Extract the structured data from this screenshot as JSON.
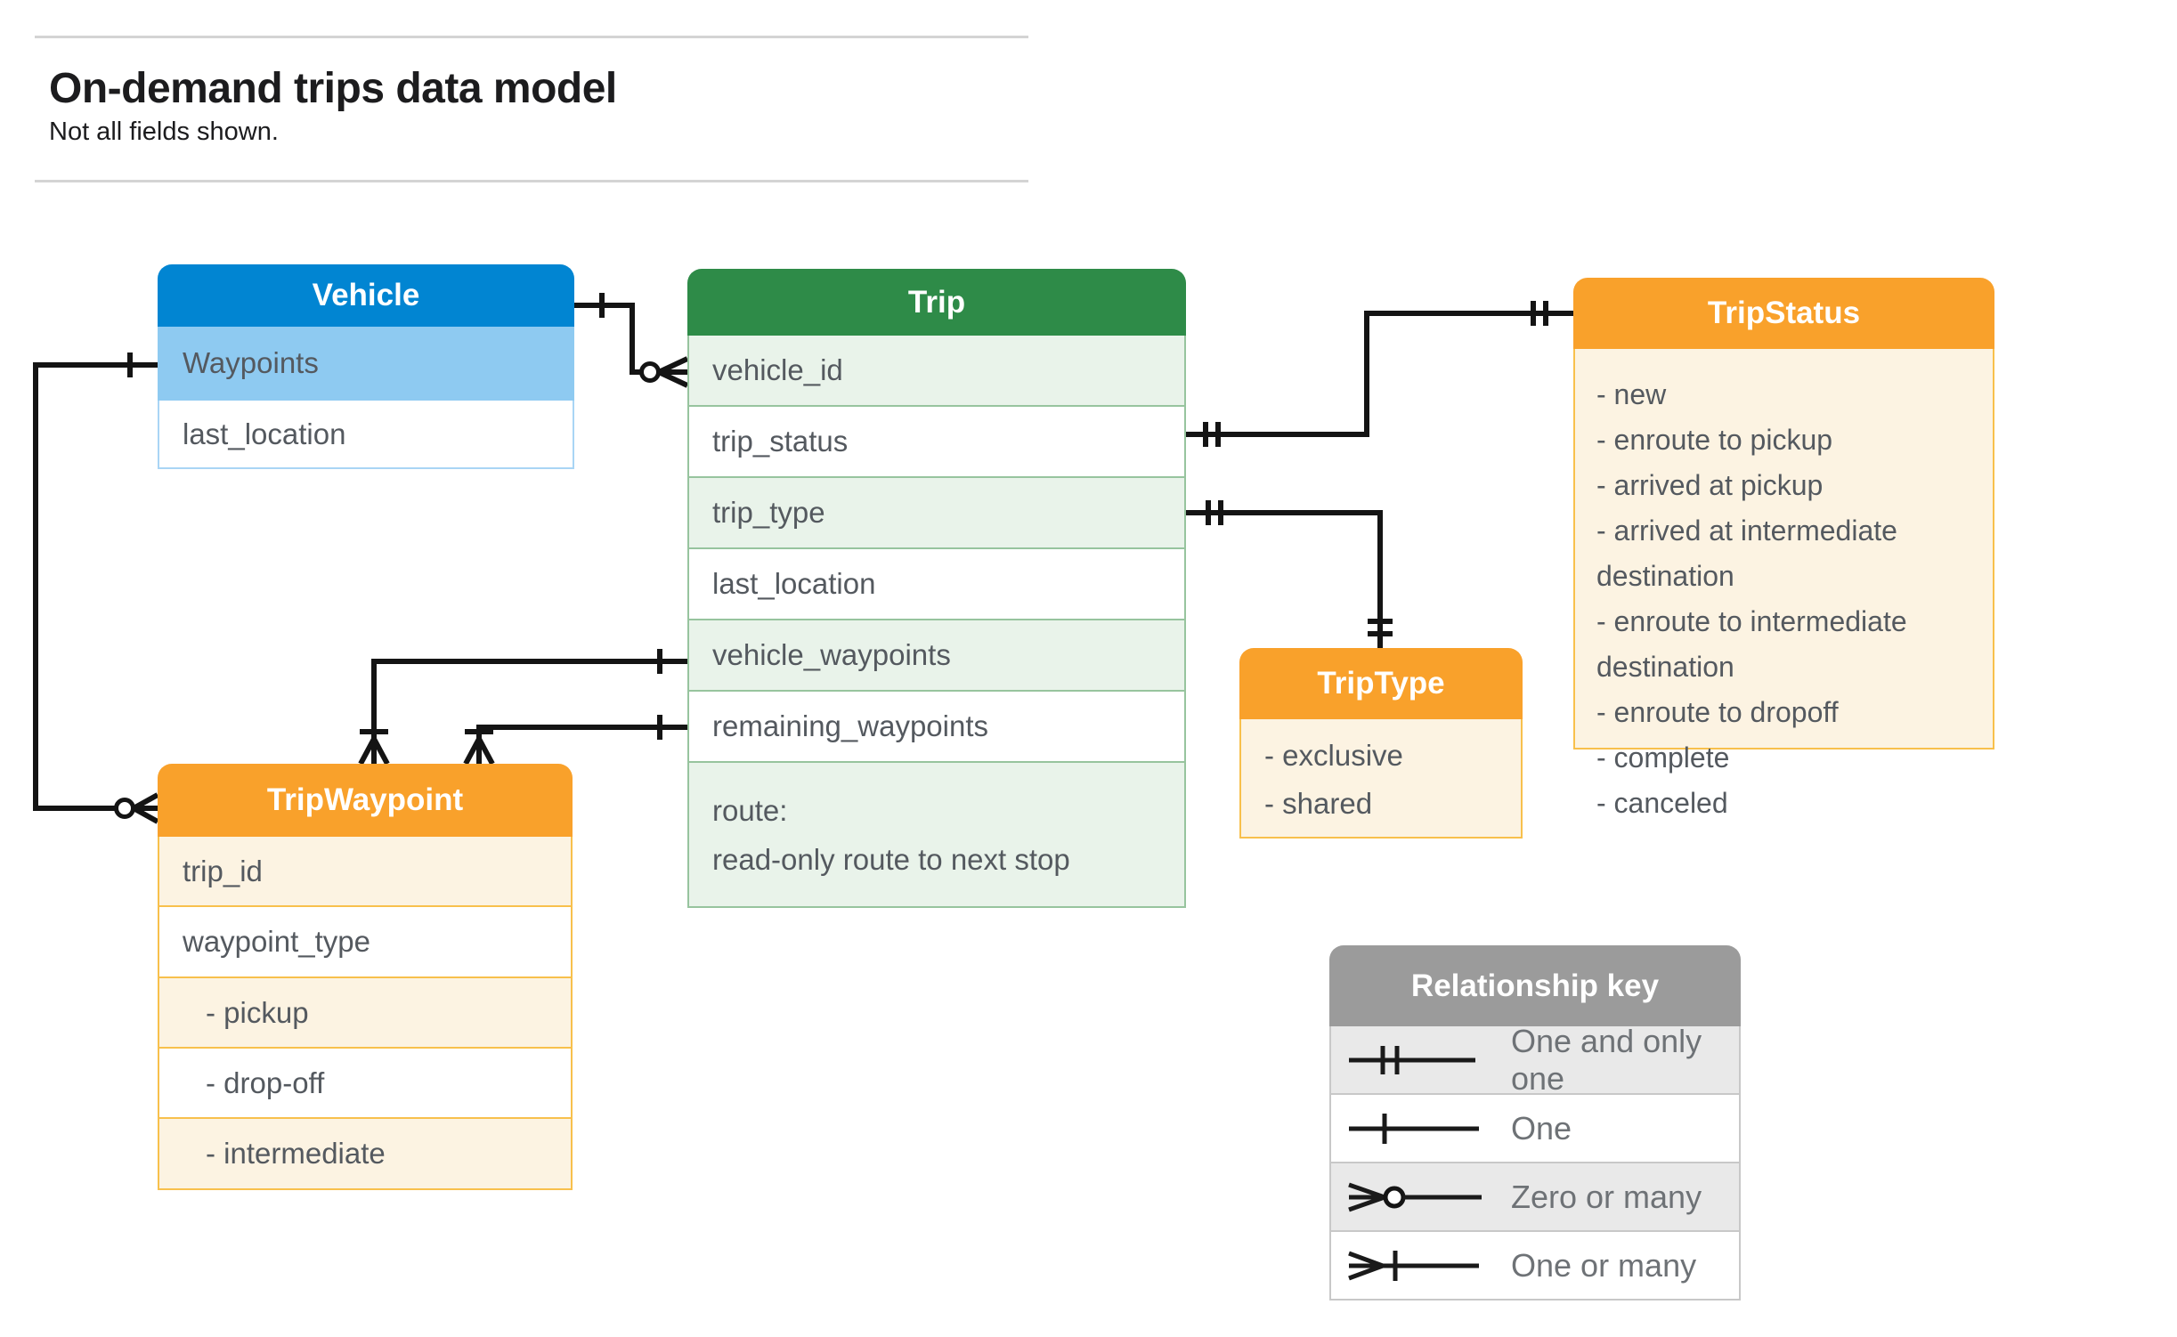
{
  "page": {
    "title": "On-demand trips data model",
    "subtitle": "Not all fields shown."
  },
  "entities": {
    "vehicle": {
      "title": "Vehicle",
      "fields": [
        "Waypoints",
        "last_location"
      ]
    },
    "trip": {
      "title": "Trip",
      "fields": [
        "vehicle_id",
        "trip_status",
        "trip_type",
        "last_location",
        "vehicle_waypoints",
        "remaining_waypoints"
      ],
      "route": [
        "route:",
        "read-only route to next stop"
      ]
    },
    "trip_status": {
      "title": "TripStatus",
      "values": [
        "- new",
        "- enroute to pickup",
        "- arrived at pickup",
        "- arrived at intermediate destination",
        "- enroute to intermediate destination",
        "- enroute to dropoff",
        "- complete",
        "- canceled"
      ]
    },
    "trip_type": {
      "title": "TripType",
      "values": [
        "- exclusive",
        "- shared"
      ]
    },
    "trip_waypoint": {
      "title": "TripWaypoint",
      "fields": [
        "trip_id",
        "waypoint_type"
      ],
      "values": [
        "- pickup",
        "- drop-off",
        "- intermediate"
      ]
    }
  },
  "legend": {
    "title": "Relationship key",
    "rows": [
      {
        "symbol": "one-and-only-one",
        "label": "One and only one"
      },
      {
        "symbol": "one",
        "label": "One"
      },
      {
        "symbol": "zero-or-many",
        "label": "Zero or many"
      },
      {
        "symbol": "one-or-many",
        "label": "One or many"
      }
    ]
  },
  "colors": {
    "vehicle_header": "#0185d2",
    "vehicle_highlight_row": "#8ecaf1",
    "vehicle_border": "#a9d5f5",
    "trip_header": "#2e8b48",
    "trip_row_tint": "#e9f3ea",
    "trip_border": "#97c49e",
    "orange_header": "#f9a12b",
    "orange_row_tint": "#fcf3e2",
    "orange_border": "#f8c04c",
    "legend_header": "#9b9b9b",
    "legend_row_tint": "#e9e9e9",
    "legend_border": "#c8c8c8",
    "connector": "#141414",
    "field_text": "#54595f",
    "title_text": "#1c1c1e"
  }
}
